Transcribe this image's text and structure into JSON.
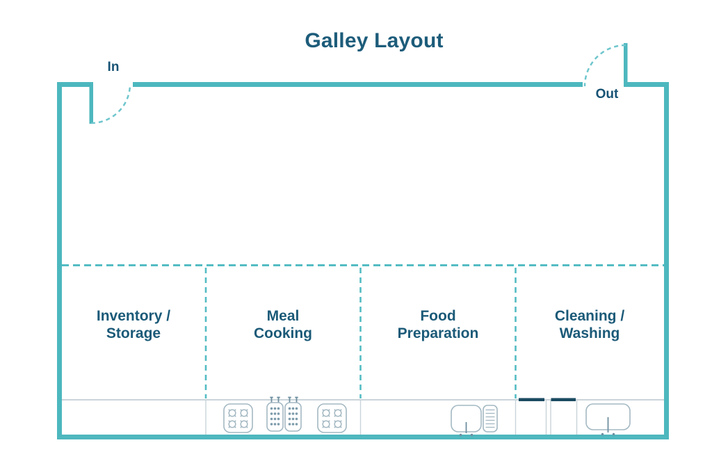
{
  "title": "Galley Layout",
  "doors": {
    "in_label": "In",
    "out_label": "Out"
  },
  "sections": [
    {
      "name": "inventory-storage",
      "lines": [
        "Inventory /",
        "Storage"
      ]
    },
    {
      "name": "meal-cooking",
      "lines": [
        "Meal",
        "Cooking"
      ]
    },
    {
      "name": "food-preparation",
      "lines": [
        "Food",
        "Preparation"
      ]
    },
    {
      "name": "cleaning-washing",
      "lines": [
        "Cleaning /",
        "Washing"
      ]
    }
  ],
  "equipment_icons": [
    "cooktop-4-burner-icon",
    "fryer-basket-icon",
    "fryer-basket-icon",
    "cooktop-4-burner-icon",
    "prep-sink-icon",
    "dish-rack-icon",
    "dishwasher-unit-icon",
    "dishwasher-unit-icon",
    "wash-sink-icon"
  ],
  "colors": {
    "wall": "#4db7be",
    "zone_divider": "#54bcc3",
    "door_arc": "#6fc6cd",
    "label_text": "#1b5a78",
    "counter_line": "#c9d4d9",
    "equipment_outline": "#a3b8c2",
    "equipment_dots": "#7d9cab",
    "dishwasher_bar": "#1a4a61"
  }
}
